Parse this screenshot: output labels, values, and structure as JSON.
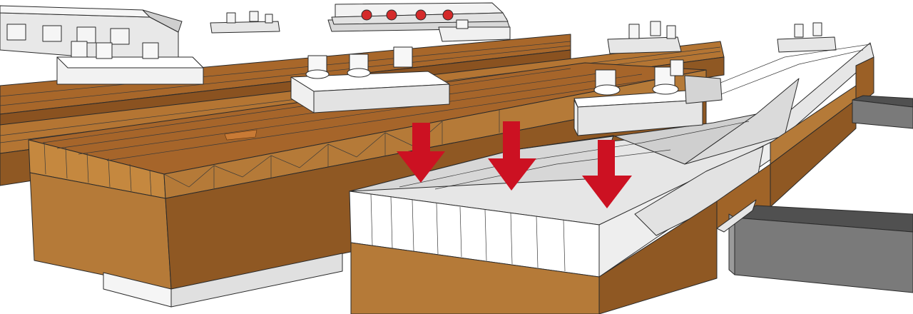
{
  "scene": {
    "subject": "3d-model-render",
    "colors": {
      "background": "#ffffff",
      "wood_top": "#a8672a",
      "wood_side": "#b87a36",
      "wood_dark": "#8a5220",
      "wood_face": "#c5883f",
      "steel_light": "#f2f2f2",
      "steel_mid": "#dcdcdc",
      "steel_dark": "#bdbdbd",
      "grey_block": "#7a7a7a",
      "grey_dark": "#505050",
      "arrow_red": "#cc1122",
      "bolt_red": "#d42a2a"
    },
    "arrows": [
      {
        "id": "arrow-1"
      },
      {
        "id": "arrow-2"
      },
      {
        "id": "arrow-3"
      }
    ],
    "red_bolts": 4
  }
}
